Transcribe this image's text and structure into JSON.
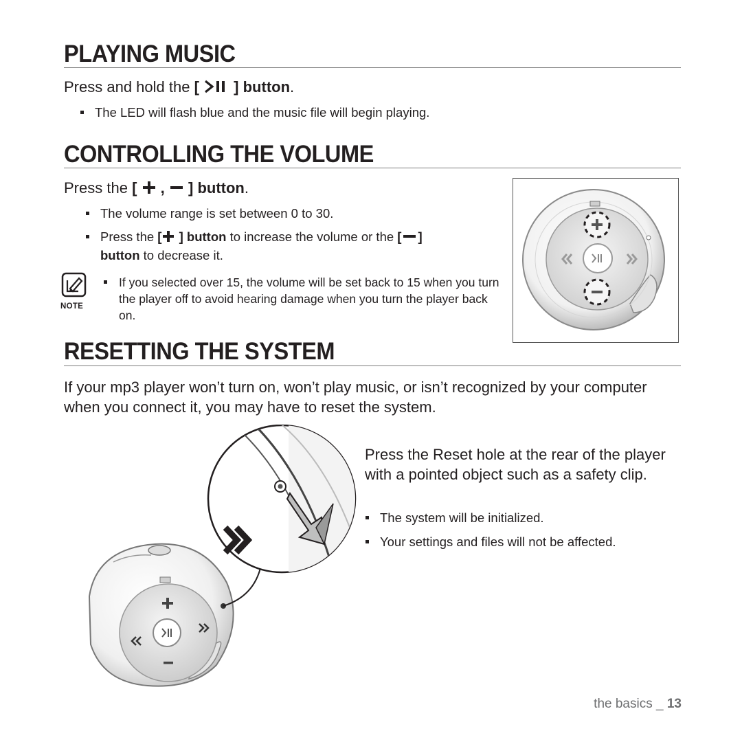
{
  "sections": {
    "playing": {
      "title": "PLAYING MUSIC",
      "lead_prefix": "Press and hold the",
      "lead_open": "[",
      "lead_close": "] button",
      "lead_end": ".",
      "bullet1": "The LED will flash blue and the music file will begin playing."
    },
    "volume": {
      "title": "CONTROLLING THE VOLUME",
      "lead_prefix": "Press the",
      "lead_open": "[",
      "lead_comma": ",",
      "lead_close": "] button",
      "lead_end": ".",
      "bullet1": "The volume range is set between 0 to 30.",
      "bullet2_press": "Press the",
      "bullet2_open": "[",
      "bullet2_close": "] button",
      "bullet2_mid": "to increase the volume or the",
      "bullet2_open2": "[",
      "bullet2_close2": "]",
      "bullet2_button": "button",
      "bullet2_end": "to decrease it.",
      "note_label": "NOTE",
      "note_text": "If you selected over 15, the volume will be set back to 15 when you turn the player off to avoid hearing damage when you turn the player back on."
    },
    "reset": {
      "title": "RESETTING THE SYSTEM",
      "intro": "If your mp3 player won’t turn on, won’t play music, or isn’t recognized by your computer when you connect it, you may have to reset the system.",
      "instruction": "Press the Reset hole at the rear of the player with a pointed object such as a safety clip.",
      "bullet1": "The system will be initialized.",
      "bullet2": "Your settings and files will not be affected."
    }
  },
  "footer": {
    "label": "the basics _",
    "page": "13"
  },
  "icons": [
    "play-pause-icon",
    "plus-icon",
    "minus-icon",
    "note-icon",
    "rewind-icon",
    "fast-forward-icon"
  ]
}
